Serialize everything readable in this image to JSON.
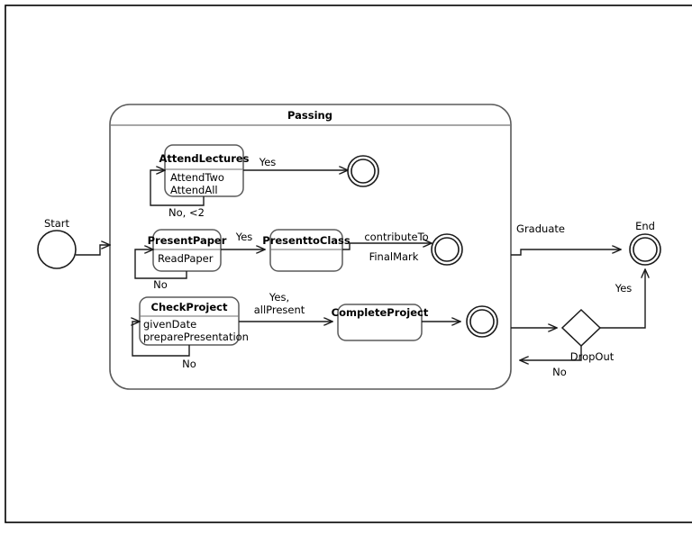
{
  "diagram": {
    "type": "uml-state-machine",
    "composite_state": {
      "title": "Passing"
    },
    "nodes": {
      "start": {
        "label": "Start",
        "kind": "initial-state"
      },
      "end": {
        "label": "End",
        "kind": "final-state"
      },
      "decision": {
        "label": "DropOut",
        "kind": "decision"
      },
      "final_lectures": {
        "label": "",
        "kind": "final-state"
      },
      "final_paper": {
        "label": "",
        "kind": "final-state"
      },
      "final_project": {
        "label": "",
        "kind": "final-state"
      }
    },
    "states": [
      {
        "id": "attend-lectures",
        "name": "AttendLectures",
        "attributes": [
          "AttendTwo",
          "AttendAll"
        ]
      },
      {
        "id": "present-paper",
        "name": "PresentPaper",
        "attributes": [
          "ReadPaper"
        ]
      },
      {
        "id": "present-to-class",
        "name": "PresenttoClass",
        "attributes": []
      },
      {
        "id": "check-project",
        "name": "CheckProject",
        "attributes": [
          "givenDate",
          "preparePresentation"
        ]
      },
      {
        "id": "complete-project",
        "name": "CompleteProject",
        "attributes": []
      }
    ],
    "transitions": [
      {
        "id": "lectures-yes",
        "label": "Yes"
      },
      {
        "id": "lectures-loop",
        "label": "No, <2"
      },
      {
        "id": "paper-yes",
        "label": "Yes"
      },
      {
        "id": "paper-loop",
        "label": "No"
      },
      {
        "id": "class-contribute-1",
        "label": "contributeTo"
      },
      {
        "id": "class-contribute-2",
        "label": "FinalMark"
      },
      {
        "id": "project-yes-1",
        "label": "Yes,"
      },
      {
        "id": "project-yes-2",
        "label": "allPresent"
      },
      {
        "id": "project-loop",
        "label": "No"
      },
      {
        "id": "graduate",
        "label": "Graduate"
      },
      {
        "id": "dropout-yes",
        "label": "Yes"
      },
      {
        "id": "dropout-no",
        "label": "No"
      }
    ],
    "colors": {
      "stroke": "#1a1a1a",
      "box_stroke": "#5a5a5a",
      "background": "#ffffff"
    }
  }
}
